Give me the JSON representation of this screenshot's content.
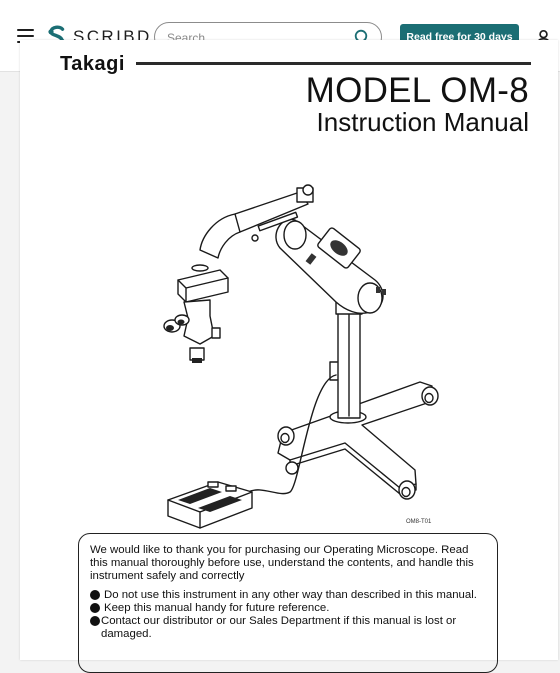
{
  "header": {
    "logo_text": "SCRIBD",
    "search": {
      "placeholder": "Search",
      "value": ""
    },
    "cta_label": "Read free for 30 days",
    "brand_color": "#1b6e74"
  },
  "icons": {
    "menu": "hamburger-menu-icon",
    "logo": "scribd-logo-icon",
    "search": "search-icon",
    "user": "user-account-icon"
  },
  "document": {
    "brand": "Takagi",
    "model_title": "MODEL OM-8",
    "subtitle": "Instruction Manual",
    "figure_code": "OM8-T01",
    "intro": "We would like to thank you for purchasing our Operating Microscope.  Read this manual thoroughly before use, understand the contents, and handle this instrument safely and correctly",
    "bullets": [
      "Do not use this instrument in any other way than described in this manual.",
      "Keep this manual handy for future reference.",
      "Contact our distributor or our Sales Department if this manual is lost or damaged."
    ]
  }
}
